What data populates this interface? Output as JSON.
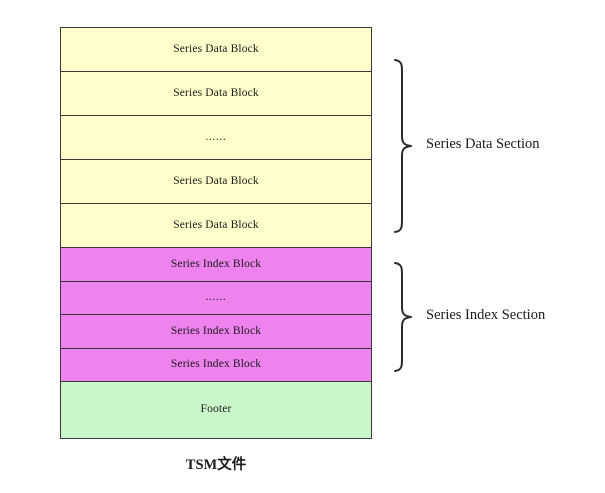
{
  "diagram": {
    "caption": "TSM文件",
    "colors": {
      "data_block_fill": "#ffffcc",
      "index_block_fill": "#ee82ee",
      "footer_fill": "#c9f7c9",
      "stroke": "#3a3a3a",
      "text": "#1a1a1a",
      "background": "#ffffff"
    },
    "rows": [
      {
        "label": "Series Data Block",
        "kind": "data",
        "ellipsis": false
      },
      {
        "label": "Series Data Block",
        "kind": "data",
        "ellipsis": false
      },
      {
        "label": "......",
        "kind": "data",
        "ellipsis": true
      },
      {
        "label": "Series Data Block",
        "kind": "data",
        "ellipsis": false
      },
      {
        "label": "Series Data Block",
        "kind": "data",
        "ellipsis": false
      },
      {
        "label": "Series Index Block",
        "kind": "index",
        "ellipsis": false
      },
      {
        "label": "......",
        "kind": "index",
        "ellipsis": true
      },
      {
        "label": "Series Index Block",
        "kind": "index",
        "ellipsis": false
      },
      {
        "label": "Series Index Block",
        "kind": "index",
        "ellipsis": false
      },
      {
        "label": "Footer",
        "kind": "footer",
        "ellipsis": false
      }
    ],
    "sections": [
      {
        "label": "Series Data Section",
        "spans_rows": [
          0,
          4
        ]
      },
      {
        "label": "Series Index Section",
        "spans_rows": [
          5,
          8
        ]
      }
    ]
  }
}
